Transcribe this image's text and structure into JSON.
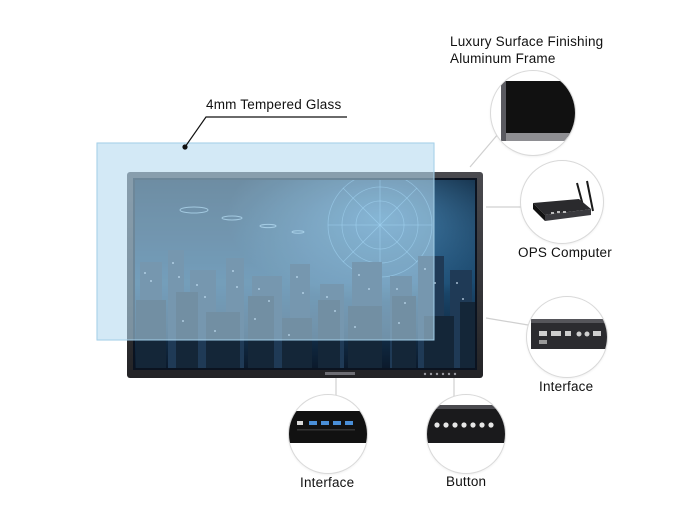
{
  "labels": {
    "tempered_glass": "4mm Tempered Glass",
    "frame_line1": "Luxury Surface Finishing",
    "frame_line2": "Aluminum Frame",
    "ops_computer": "OPS Computer",
    "interface_right": "Interface",
    "interface_bottom": "Interface",
    "button": "Button"
  },
  "colors": {
    "glass": "#a9d6ee",
    "frame": "#2b2b2f",
    "screen_sky": "#0f2a44",
    "leader_line": "#d0d0d0",
    "callout_border": "#d9d9d9"
  }
}
